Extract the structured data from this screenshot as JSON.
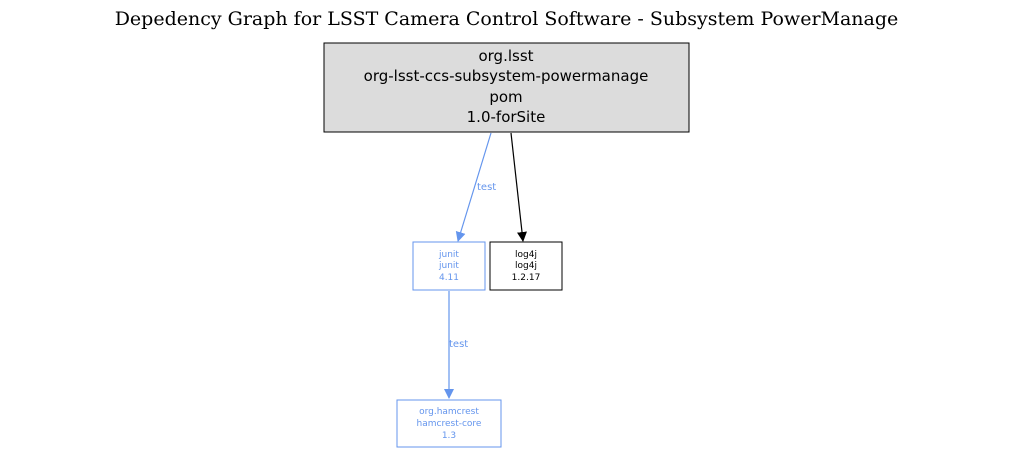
{
  "title": "Depedency Graph for LSST Camera Control Software - Subsystem PowerManage",
  "colors": {
    "test_scope": "#6495ed",
    "compile_scope": "#000000",
    "root_fill": "#dcdcdc"
  },
  "nodes": {
    "root": {
      "group": "org.lsst",
      "artifact": "org-lsst-ccs-subsystem-powermanage",
      "type": "pom",
      "version": "1.0-forSite"
    },
    "junit": {
      "group": "junit",
      "artifact": "junit",
      "version": "4.11"
    },
    "log4j": {
      "group": "log4j",
      "artifact": "log4j",
      "version": "1.2.17"
    },
    "hamcrest": {
      "group": "org.hamcrest",
      "artifact": "hamcrest-core",
      "version": "1.3"
    }
  },
  "edges": [
    {
      "from": "root",
      "to": "junit",
      "label": "test"
    },
    {
      "from": "root",
      "to": "log4j",
      "label": ""
    },
    {
      "from": "junit",
      "to": "hamcrest",
      "label": "test"
    }
  ]
}
